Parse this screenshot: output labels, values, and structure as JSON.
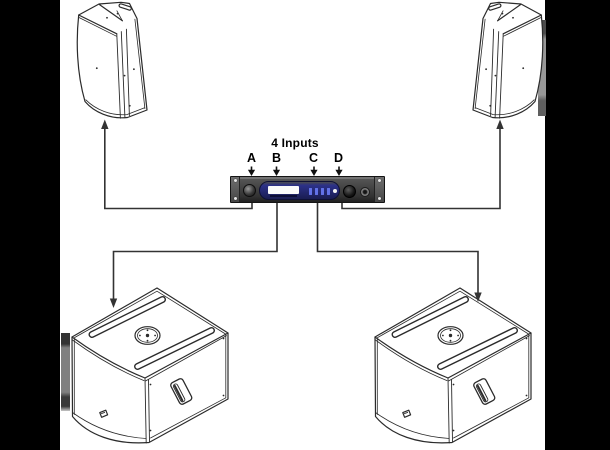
{
  "title": "4 Inputs",
  "inputs": [
    {
      "label": "A"
    },
    {
      "label": "B"
    },
    {
      "label": "C"
    },
    {
      "label": "D"
    }
  ],
  "icons": {
    "top_left": "speaker-cabinet-icon",
    "top_right": "speaker-cabinet-icon",
    "bottom_left": "subwoofer-cabinet-icon",
    "bottom_right": "subwoofer-cabinet-icon",
    "center": "rack-amplifier-icon",
    "connections": "arrow-wire-icon"
  },
  "colors": {
    "background": "#ffffff",
    "side_bars": "#000000",
    "line_art": "#2b2b2b",
    "wires": "#333333",
    "amp_body": "#3d3d3d",
    "amp_rack_ears": "#5f5f5f",
    "display_panel": "#232a78",
    "display_lcd": "#fafafa",
    "display_buttons": "#6272e8",
    "label_text": "#000000"
  }
}
